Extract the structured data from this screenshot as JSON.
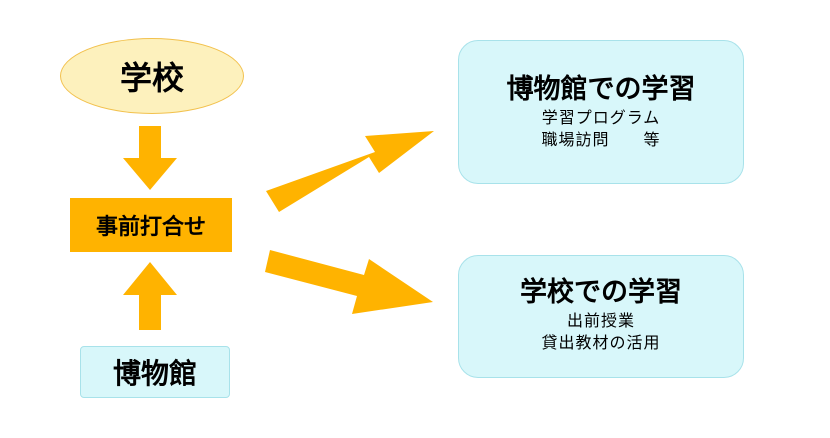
{
  "nodes": {
    "school": "学校",
    "meeting": "事前打合せ",
    "museum": "博物館"
  },
  "boxes": {
    "museum_learning": {
      "title": "博物館での学習",
      "lines": [
        "学習プログラム",
        "職場訪問　　等"
      ]
    },
    "school_learning": {
      "title": "学校での学習",
      "lines": [
        "出前授業",
        "貸出教材の活用"
      ]
    }
  },
  "colors": {
    "arrow": "#ffb300",
    "meeting_fill": "#ffb300",
    "school_fill": "#fdf1bd",
    "box_fill": "#d8f7fa"
  }
}
